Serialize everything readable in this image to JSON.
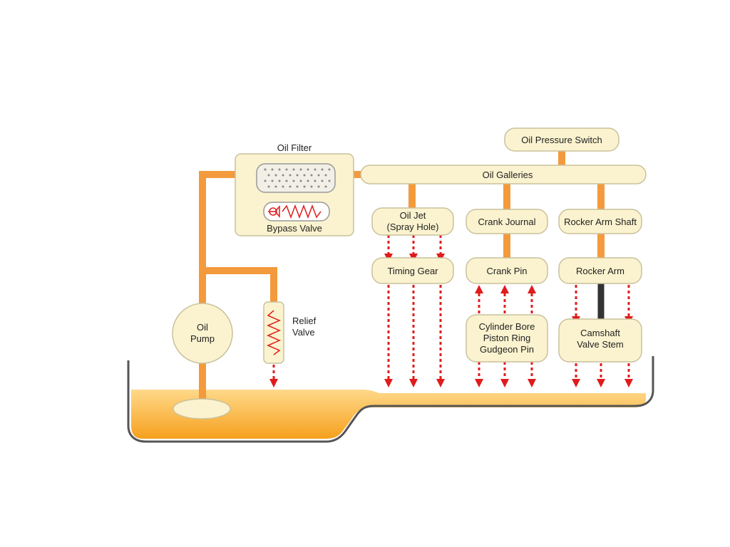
{
  "diagram": {
    "labels": {
      "oil_filter": "Oil Filter",
      "bypass_valve": "Bypass Valve",
      "oil_pressure_switch": "Oil Pressure Switch",
      "oil_galleries": "Oil Galleries",
      "oil_jet_line1": "Oil Jet",
      "oil_jet_line2": "(Spray Hole)",
      "crank_journal": "Crank Journal",
      "rocker_arm_shaft": "Rocker Arm Shaft",
      "timing_gear": "Timing Gear",
      "crank_pin": "Crank Pin",
      "rocker_arm": "Rocker Arm",
      "cylinder_line1": "Cylinder Bore",
      "cylinder_line2": "Piston Ring",
      "cylinder_line3": "Gudgeon Pin",
      "camshaft_line1": "Camshaft",
      "camshaft_line2": "Valve Stem",
      "oil_pump_line1": "Oil",
      "oil_pump_line2": "Pump",
      "relief_valve_line1": "Relief",
      "relief_valve_line2": "Valve"
    },
    "colors": {
      "pipe": "#f39a3c",
      "box_fill": "#fbf3cf",
      "box_stroke": "#c9c19c",
      "arrow": "#e11b1b",
      "oil_top": "#fff1c6",
      "oil_bottom": "#f6a01d",
      "pan_stroke": "#555555"
    }
  }
}
